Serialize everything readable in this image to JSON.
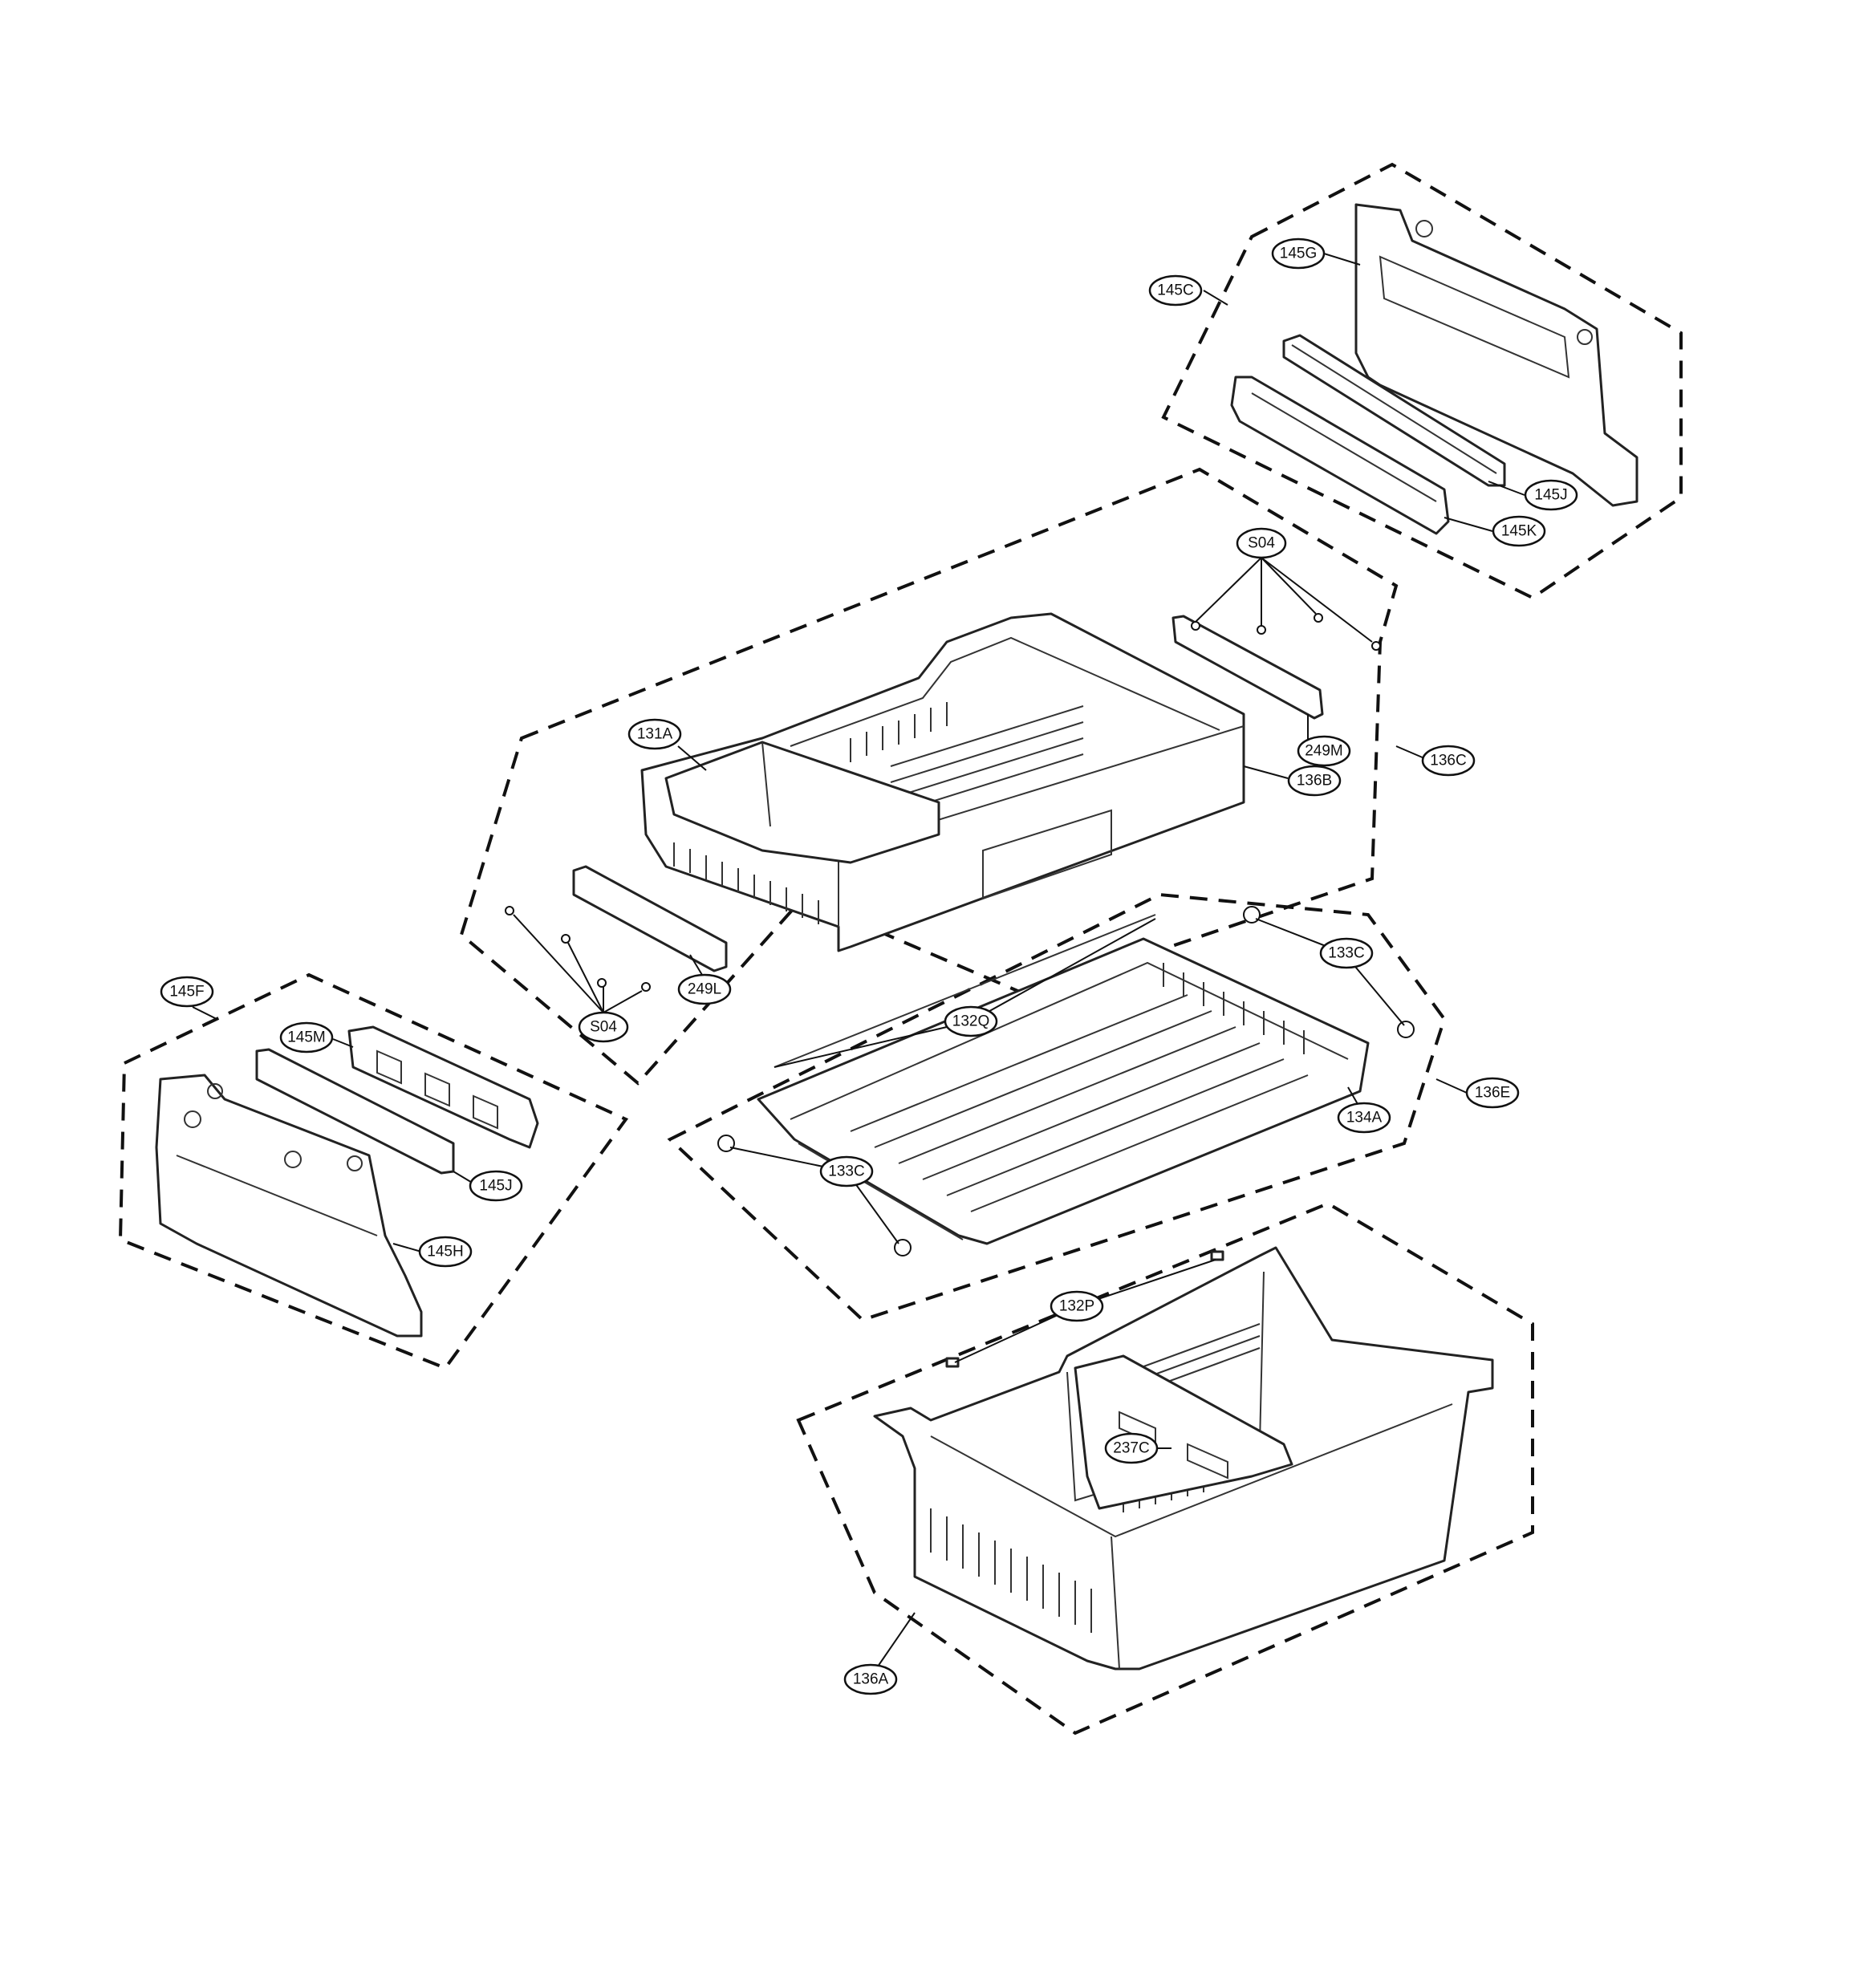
{
  "diagram": {
    "callouts": {
      "c145C": "145C",
      "c145G": "145G",
      "c145J_top": "145J",
      "c145K": "145K",
      "cS04_top": "S04",
      "c249M": "249M",
      "c136C": "136C",
      "c136B": "136B",
      "c131A": "131A",
      "c249L": "249L",
      "cS04_bottom": "S04",
      "c145F": "145F",
      "c145M": "145M",
      "c145J_left": "145J",
      "c145H": "145H",
      "c133C_top": "133C",
      "c132Q": "132Q",
      "c136E": "136E",
      "c134A": "134A",
      "c133C_bottom": "133C",
      "c132P": "132P",
      "c237C": "237C",
      "c136A": "136A"
    }
  }
}
